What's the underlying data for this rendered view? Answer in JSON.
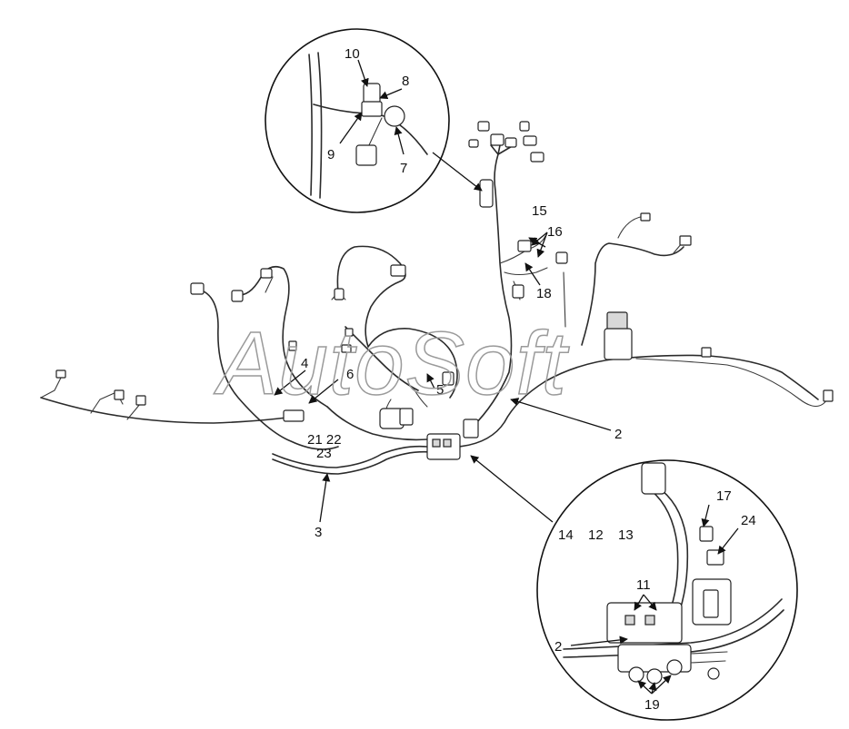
{
  "watermark": "AutoSoft",
  "labels": {
    "l2_main": "2",
    "l3": "3",
    "l4": "4",
    "l5": "5",
    "l6": "6",
    "l21_22": "21 22",
    "l23": "23",
    "l15": "15",
    "l16": "16",
    "l18": "18",
    "top": {
      "l10": "10",
      "l8": "8",
      "l9": "9",
      "l7": "7"
    },
    "bottom": {
      "l14": "14",
      "l12": "12",
      "l13": "13",
      "l11": "11",
      "l17": "17",
      "l24": "24",
      "l2": "2",
      "l19": "19"
    }
  }
}
